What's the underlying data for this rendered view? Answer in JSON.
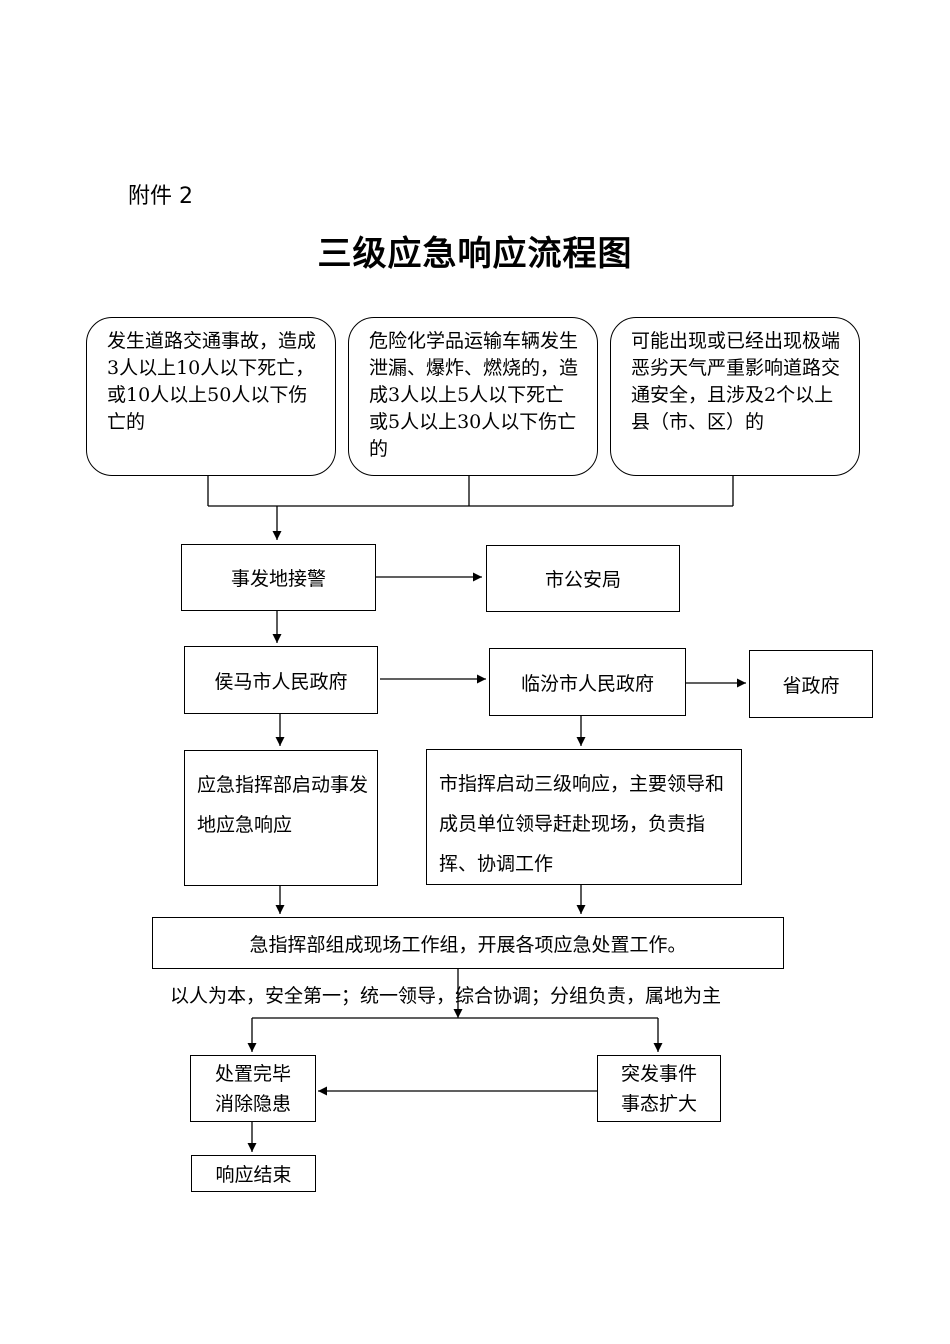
{
  "attachment_label": "附件 2",
  "title": "三级应急响应流程图",
  "triggers": [
    "发生道路交通事故，造成3人以上10人以下死亡，或10人以上50人以下伤亡的",
    "危险化学品运输车辆发生泄漏、爆炸、燃烧的，造成3人以上5人以下死亡或5人以上30人以下伤亡的",
    "可能出现或已经出现极端恶劣天气严重影响道路交通安全，且涉及2个以上县（市、区）的"
  ],
  "nodes": {
    "report": "事发地接警",
    "city_police": "市公安局",
    "houma_gov": "侯马市人民政府",
    "linfen_gov": "临汾市人民政府",
    "province_gov": "省政府",
    "local_command": "应急指挥部启动事发地应急响应",
    "city_command": "市指挥启动三级响应，主要领导和成员单位领导赶赴现场，负责指挥、协调工作",
    "field_groups": "急指挥部组成现场工作组，开展各项应急处置工作。",
    "principles": "以人为本，安全第一；统一领导，综合协调；分组负责，属地为主",
    "done_line1": "处置完毕",
    "done_line2": "消除隐患",
    "escalate_line1": "突发事件",
    "escalate_line2": "事态扩大",
    "end": "响应结束"
  }
}
